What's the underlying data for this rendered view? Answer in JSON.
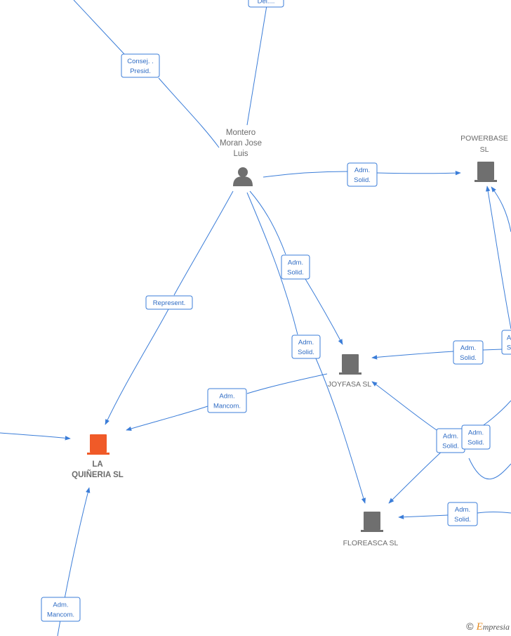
{
  "nodes": {
    "montero": {
      "lines": [
        "Montero",
        "Moran Jose",
        "Luis"
      ],
      "kind": "person"
    },
    "powerbase": {
      "lines": [
        "POWERBASE",
        "SL"
      ],
      "kind": "company"
    },
    "joyfasa": {
      "lines": [
        "JOYFASA SL"
      ],
      "kind": "company"
    },
    "laquineria": {
      "lines": [
        "LA",
        "QUIÑERIA  SL"
      ],
      "kind": "company-focus"
    },
    "floreasca": {
      "lines": [
        "FLOREASCA SL"
      ],
      "kind": "company"
    }
  },
  "edge_labels": {
    "top_del": [
      "Del...."
    ],
    "consej": [
      "Consej. .",
      "Presid."
    ],
    "adm_solid_power": [
      "Adm.",
      "Solid."
    ],
    "adm_solid_joy1": [
      "Adm.",
      "Solid."
    ],
    "adm_solid_flor1": [
      "Adm.",
      "Solid."
    ],
    "represent": [
      "Represent."
    ],
    "adm_mancom_joy": [
      "Adm.",
      "Mancom."
    ],
    "adm_solid_joy_right": [
      "Adm.",
      "Solid."
    ],
    "adm_solid_right_edge": [
      "A",
      "S"
    ],
    "adm_solid_cross1": [
      "Adm.",
      "Solid."
    ],
    "adm_solid_cross2": [
      "Adm.",
      "Solid."
    ],
    "adm_solid_flor_right": [
      "Adm.",
      "Solid."
    ],
    "adm_mancom_bottom": [
      "Adm.",
      "Mancom."
    ]
  },
  "colors": {
    "edge": "#3b7dd8",
    "node_gray": "#6f6f6f",
    "node_focus": "#f05a28"
  },
  "icons": {
    "person": "person-icon",
    "company": "building-icon"
  },
  "watermark": {
    "symbol": "©",
    "brand_initial": "E",
    "brand_rest": "mpresia"
  }
}
